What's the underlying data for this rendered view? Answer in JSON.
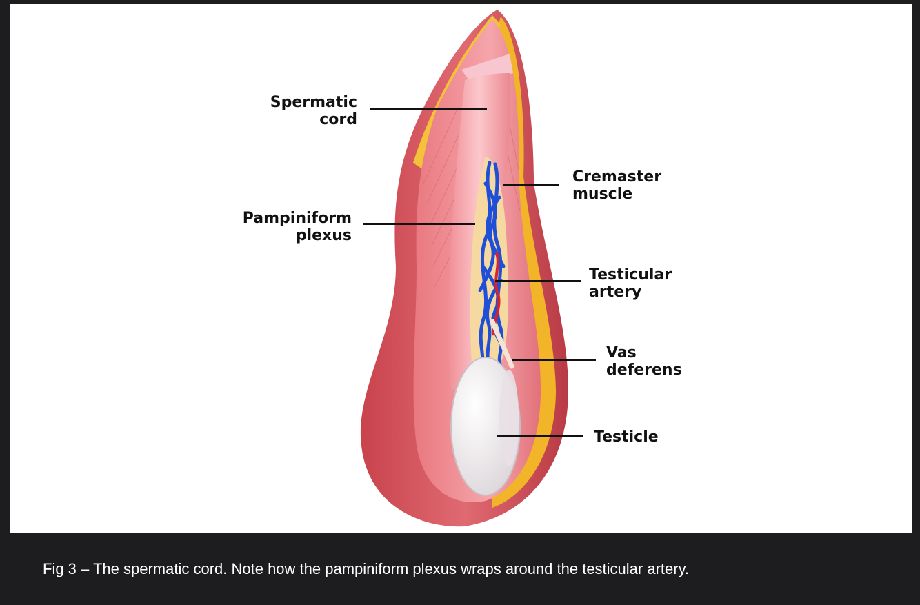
{
  "figure": {
    "labels": {
      "spermatic_cord": [
        "Spermatic",
        "cord"
      ],
      "cremaster_muscle": [
        "Cremaster",
        "muscle"
      ],
      "pampiniform_plexus": [
        "Pampiniform",
        "plexus"
      ],
      "testicular_artery": [
        "Testicular",
        "artery"
      ],
      "vas_deferens": [
        "Vas",
        "deferens"
      ],
      "testicle": [
        "Testicle"
      ]
    }
  },
  "caption": "Fig 3 – The spermatic cord. Note how the pampiniform plexus wraps around the testicular artery.",
  "colors": {
    "background": "#1d1d20",
    "panel": "#ffffff",
    "skin": "#d9585f",
    "muscle": "#ef8b93",
    "fat": "#f2b428",
    "vein": "#1f4fd6",
    "artery": "#d8232a",
    "testicle": "#f3eeee"
  }
}
